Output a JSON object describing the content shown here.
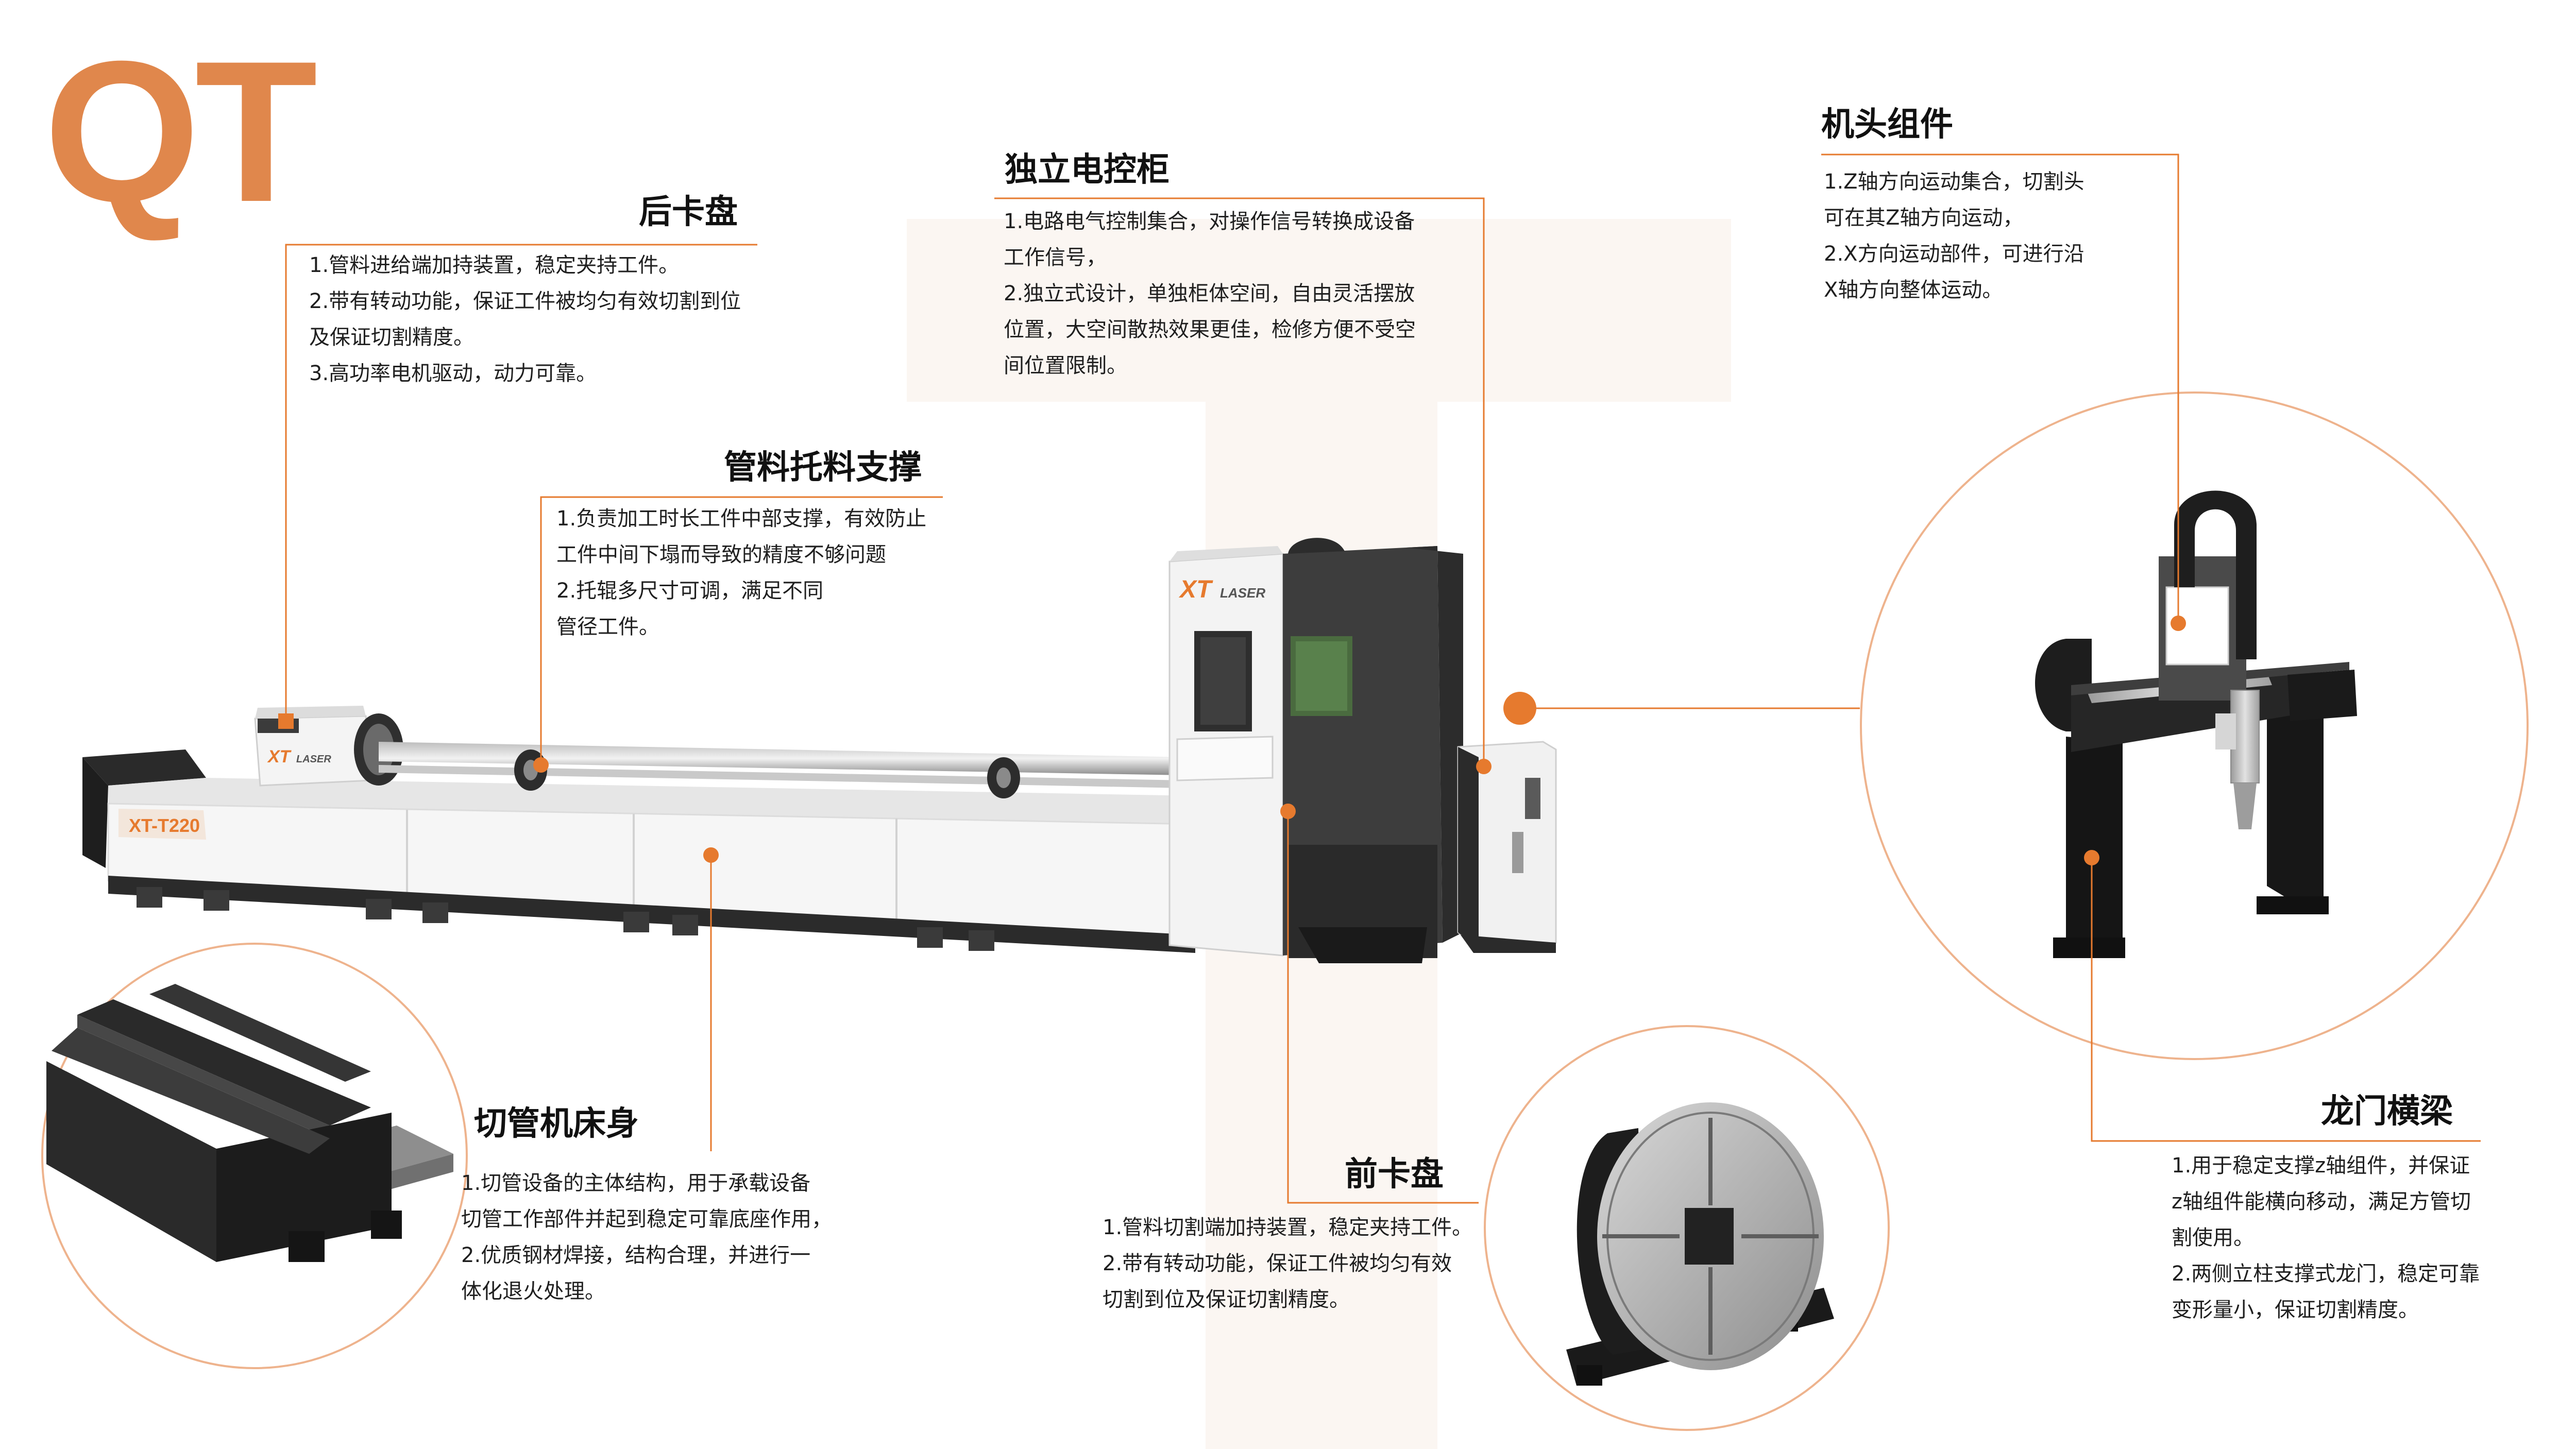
{
  "brand": "QT",
  "machine": {
    "logo_xt": "XT",
    "logo_laser": "LASER",
    "model": "XT-T220"
  },
  "colors": {
    "accent": "#e67a2e",
    "brand_text": "#e0874c",
    "circle_border": "#eeb38d",
    "panel_bg": "#fbf6f2",
    "machine_white": "#f4f4f4",
    "machine_dark": "#3c3c3c"
  },
  "components": {
    "rear_chuck": {
      "title": "后卡盘",
      "lines": [
        "1.管料进给端加持装置，稳定夹持工件。",
        "2.带有转动功能，保证工件被均匀有效切割到位",
        "及保证切割精度。",
        "3.高功率电机驱动，动力可靠。"
      ]
    },
    "cabinet": {
      "title": "独立电控柜",
      "lines": [
        "1.电路电气控制集合，对操作信号转换成设备",
        "工作信号，",
        "2.独立式设计，单独柜体空间，自由灵活摆放",
        "位置，大空间散热效果更佳，检修方便不受空",
        "间位置限制。"
      ]
    },
    "head": {
      "title": "机头组件",
      "lines": [
        "1.Z轴方向运动集合，切割头",
        "可在其Z轴方向运动，",
        "2.X方向运动部件，可进行沿",
        "X轴方向整体运动。"
      ]
    },
    "support": {
      "title": "管料托料支撑",
      "lines": [
        "1.负责加工时长工件中部支撑，有效防止",
        "工件中间下塌而导致的精度不够问题",
        "2.托辊多尺寸可调，满足不同",
        "管径工件。"
      ]
    },
    "bed": {
      "title": "切管机床身",
      "lines": [
        "1.切管设备的主体结构，用于承载设备",
        "切管工作部件并起到稳定可靠底座作用，",
        "2.优质钢材焊接，结构合理，并进行一",
        "体化退火处理。"
      ]
    },
    "front_chuck": {
      "title": "前卡盘",
      "lines": [
        "1.管料切割端加持装置，稳定夹持工件。",
        "2.带有转动功能，保证工件被均匀有效",
        "切割到位及保证切割精度。"
      ]
    },
    "gantry": {
      "title": "龙门横梁",
      "lines": [
        "1.用于稳定支撑z轴组件，并保证",
        "z轴组件能横向移动，满足方管切",
        "割使用。",
        "2.两侧立柱支撑式龙门，稳定可靠",
        "变形量小，保证切割精度。"
      ]
    }
  }
}
